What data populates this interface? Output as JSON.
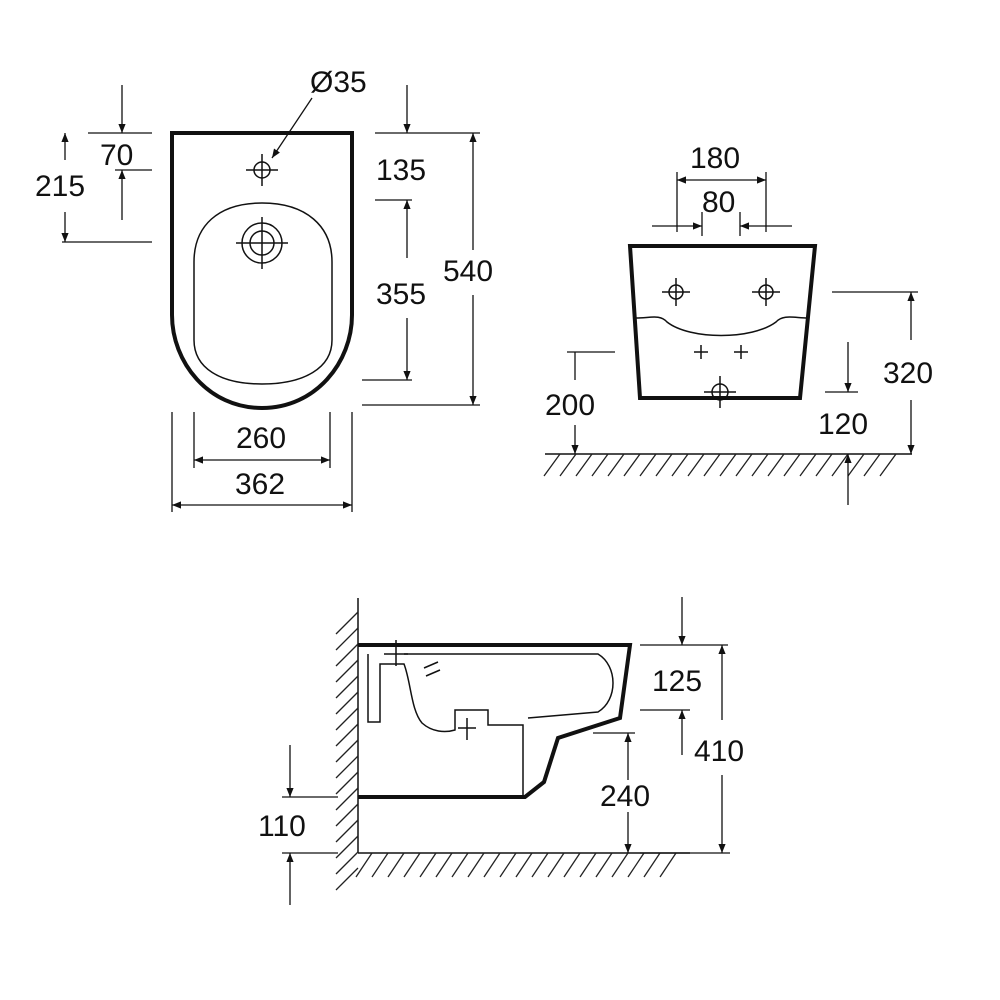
{
  "top_view": {
    "hole_diameter": "Ø35",
    "dim_70": "70",
    "dim_215": "215",
    "dim_135": "135",
    "dim_355": "355",
    "dim_540": "540",
    "dim_260": "260",
    "dim_362": "362"
  },
  "front_view": {
    "dim_180": "180",
    "dim_80": "80",
    "dim_200": "200",
    "dim_320": "320",
    "dim_120": "120"
  },
  "side_view": {
    "dim_125": "125",
    "dim_410": "410",
    "dim_240": "240",
    "dim_110": "110"
  }
}
